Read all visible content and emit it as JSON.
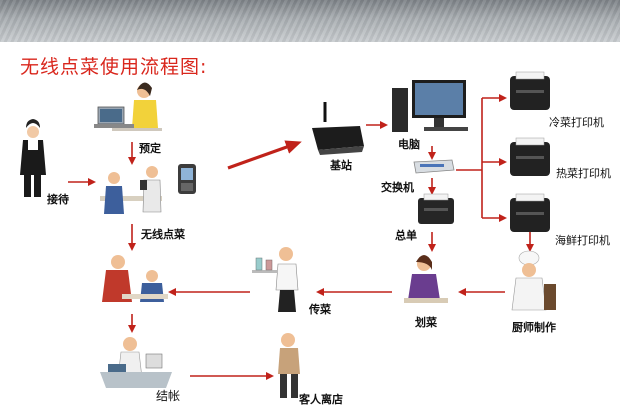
{
  "title": "无线点菜使用流程图:",
  "labels": {
    "reception": "接待",
    "reservation": "预定",
    "wireless_ordering": "无线点菜",
    "base_station": "基站",
    "computer": "电脑",
    "switch": "交换机",
    "summary": "总单",
    "cold_printer": "冷菜打印机",
    "hot_printer": "热菜打印机",
    "seafood_printer": "海鲜打印机",
    "chef": "厨师制作",
    "dish_mark": "划菜",
    "serve": "传菜",
    "checkout": "结帐",
    "leave": "客人离店"
  },
  "colors": {
    "title": "#d9261c",
    "arrow": "#c0221a",
    "banner": "#9ca1a5"
  }
}
